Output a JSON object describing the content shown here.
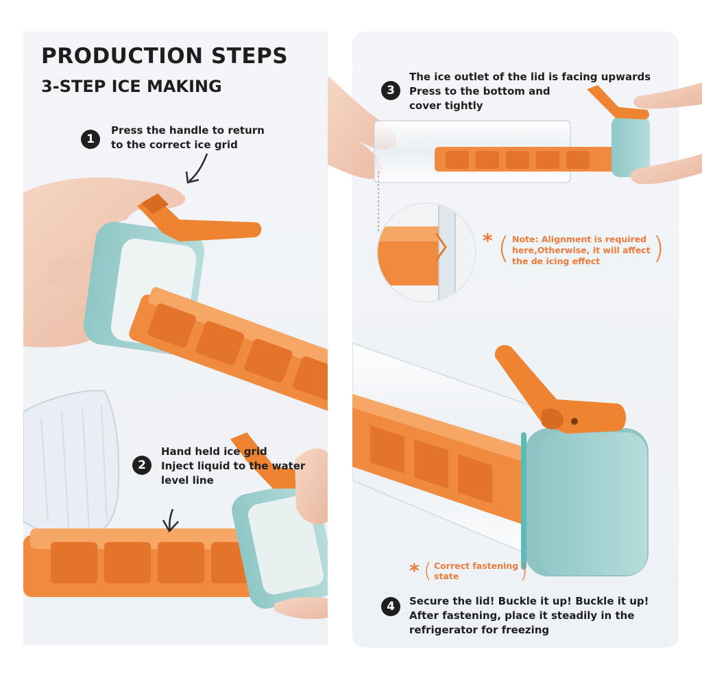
{
  "header": {
    "title": "PRODUCTION STEPS",
    "subtitle": "3-STEP ICE MAKING"
  },
  "steps": [
    {
      "number": "1",
      "lines": [
        "Press the handle to return",
        "to the correct ice grid"
      ]
    },
    {
      "number": "2",
      "lines": [
        "Hand held ice grid",
        "Inject liquid to the water",
        "level line"
      ]
    },
    {
      "number": "3",
      "lines": [
        "The ice outlet of the lid is facing upwards",
        "Press to the bottom and",
        "cover tightly"
      ]
    },
    {
      "number": "4",
      "lines": [
        "Secure the lid! Buckle it up! Buckle it up!",
        "After fastening, place it steadily in the",
        "refrigerator for freezing"
      ]
    }
  ],
  "notes": {
    "alignment": {
      "marker": "*",
      "lines": [
        "Note: Alignment is required",
        "here,Otherwise, it will affect",
        "the de icing effect"
      ]
    },
    "fastening": {
      "marker": "*",
      "lines": [
        "Correct fastening",
        "state"
      ]
    }
  },
  "colors": {
    "tray_orange": "#f08a3e",
    "lid_mint": "#a9d3d2",
    "text_dark": "#1e1e1e",
    "note_orange": "#ee7a3b",
    "panel_bg": "#f1f3f7"
  }
}
